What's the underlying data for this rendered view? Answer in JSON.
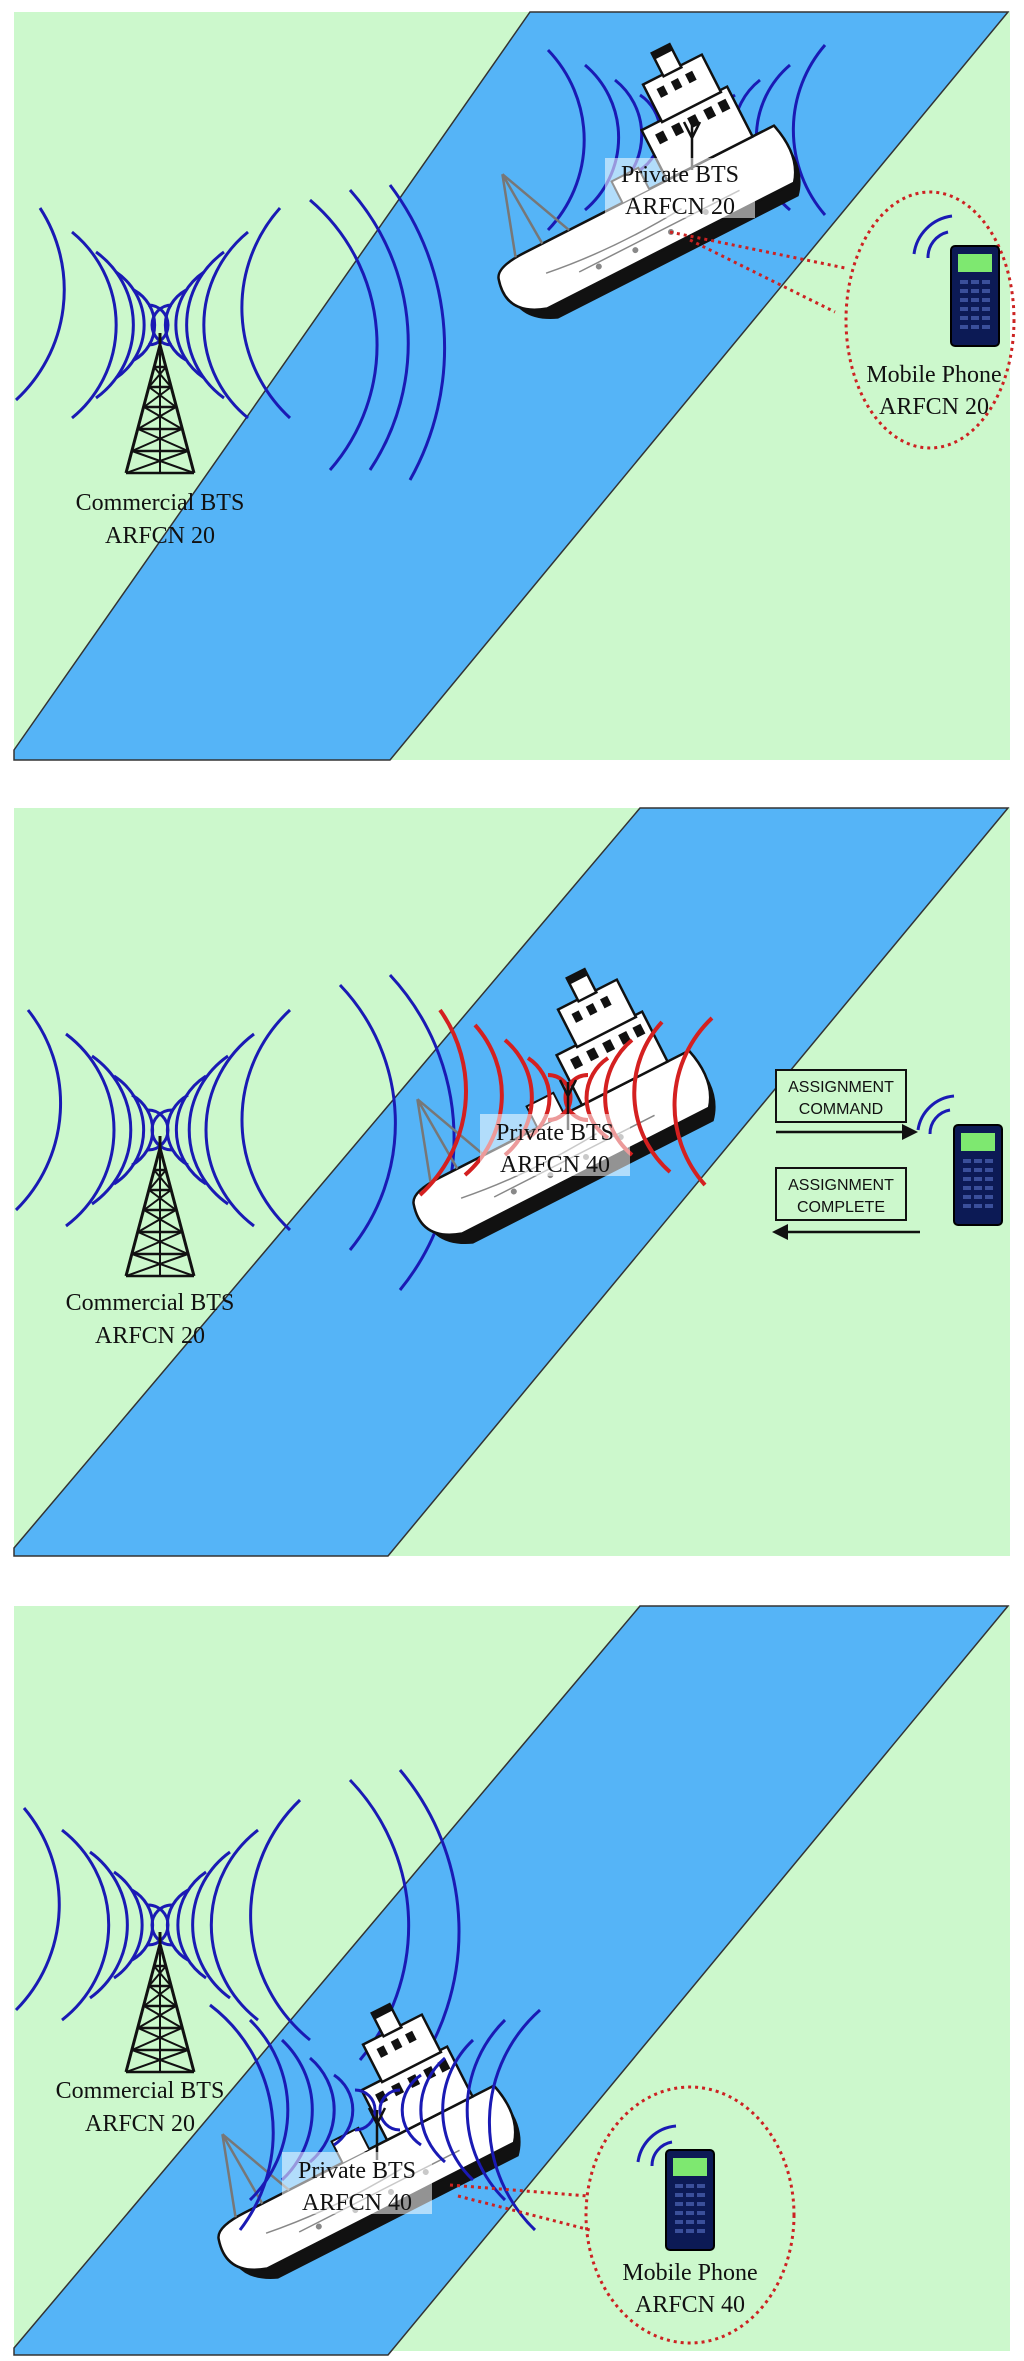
{
  "colors": {
    "land": "#ccf8cc",
    "river": "#55b4f7",
    "wave_commercial": "#1a1ab4",
    "wave_private_jamming": "#d42020",
    "callout": "#cc2222",
    "phone_body": "#0c1a55",
    "phone_screen": "#7ee870"
  },
  "panels": [
    {
      "commercial_bts": {
        "name": "Commercial BTS",
        "channel": "ARFCN 20"
      },
      "private_bts": {
        "name": "Private BTS",
        "channel": "ARFCN 20"
      },
      "mobile_phone": {
        "name": "Mobile Phone",
        "channel": "ARFCN 20"
      }
    },
    {
      "commercial_bts": {
        "name": "Commercial BTS",
        "channel": "ARFCN 20"
      },
      "private_bts": {
        "name": "Private BTS",
        "channel": "ARFCN 40"
      },
      "messages": [
        {
          "line1": "ASSIGNMENT",
          "line2": "COMMAND"
        },
        {
          "line1": "ASSIGNMENT",
          "line2": "COMPLETE"
        }
      ]
    },
    {
      "commercial_bts": {
        "name": "Commercial BTS",
        "channel": "ARFCN 20"
      },
      "private_bts": {
        "name": "Private BTS",
        "channel": "ARFCN 40"
      },
      "mobile_phone": {
        "name": "Mobile Phone",
        "channel": "ARFCN 40"
      }
    }
  ]
}
